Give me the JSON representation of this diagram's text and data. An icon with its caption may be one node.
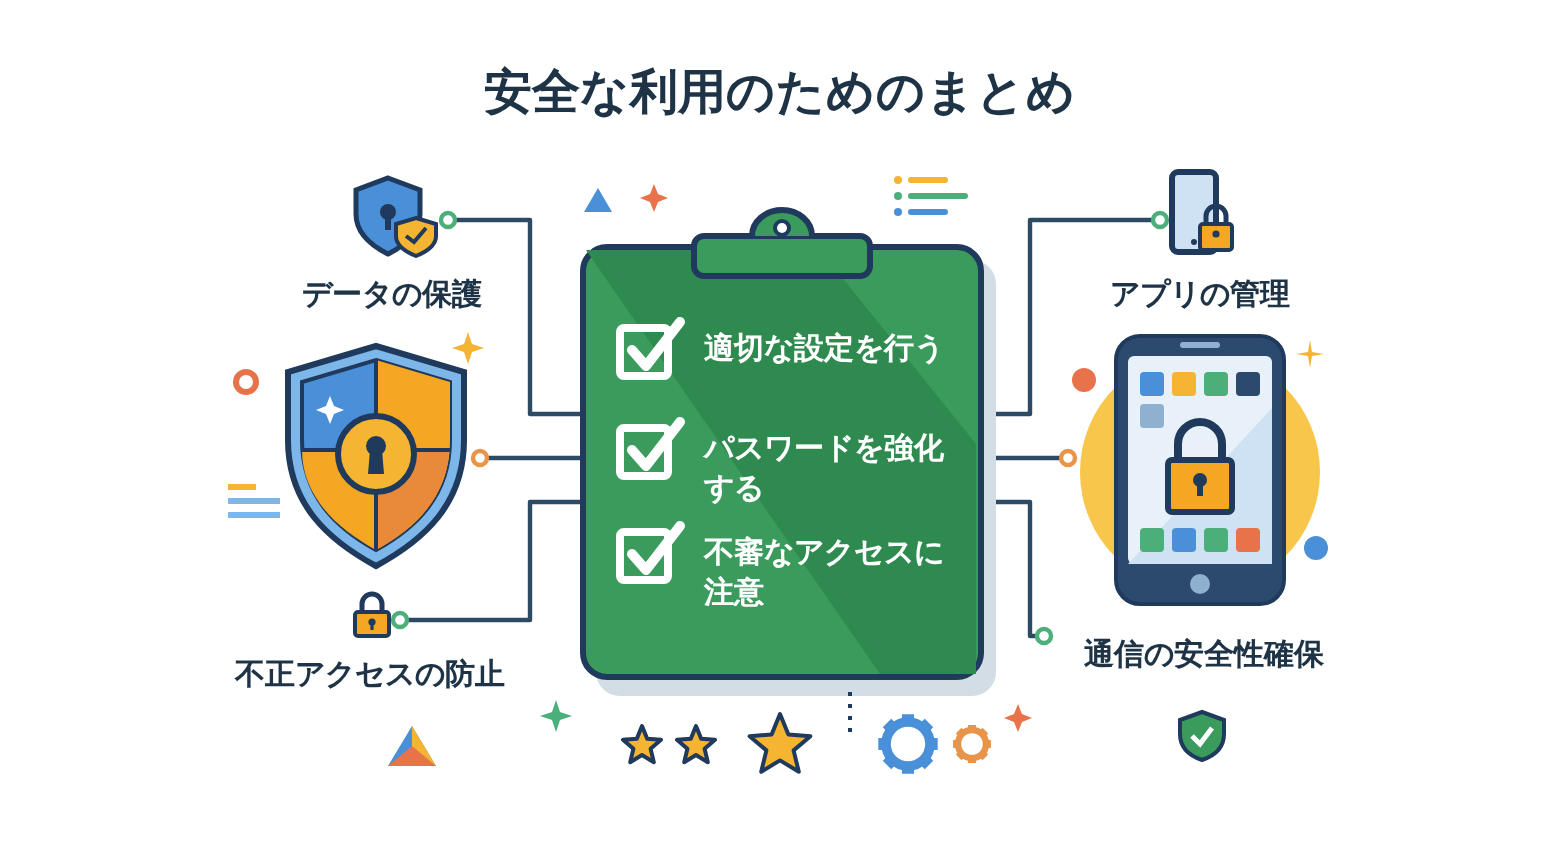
{
  "diagram": {
    "title": "安全な利用のためのまとめ",
    "nodes": [
      {
        "text": [
          "適切な設定を行う",
          "パスワードを強化する",
          "不審なアクセスに注意"
        ]
      },
      {
        "text": [
          "データの保護"
        ]
      },
      {
        "text": [],
        "shape": "picture"
      },
      {
        "text": [
          "不正アクセスの防止"
        ]
      },
      {
        "text": [
          "アプリの管理"
        ]
      },
      {
        "text": [],
        "shape": "picture"
      },
      {
        "text": [
          "通信の安全性確保"
        ]
      }
    ],
    "edges": [
      {
        "from": 0,
        "to": 1,
        "arrow": "other"
      },
      {
        "from": 0,
        "to": 2,
        "arrow": "other"
      },
      {
        "from": 0,
        "to": 3,
        "arrow": "other"
      },
      {
        "from": 0,
        "to": 4,
        "arrow": "other"
      },
      {
        "from": 0,
        "to": 5,
        "arrow": "other"
      },
      {
        "from": 0,
        "to": 6,
        "arrow": "other"
      }
    ]
  }
}
